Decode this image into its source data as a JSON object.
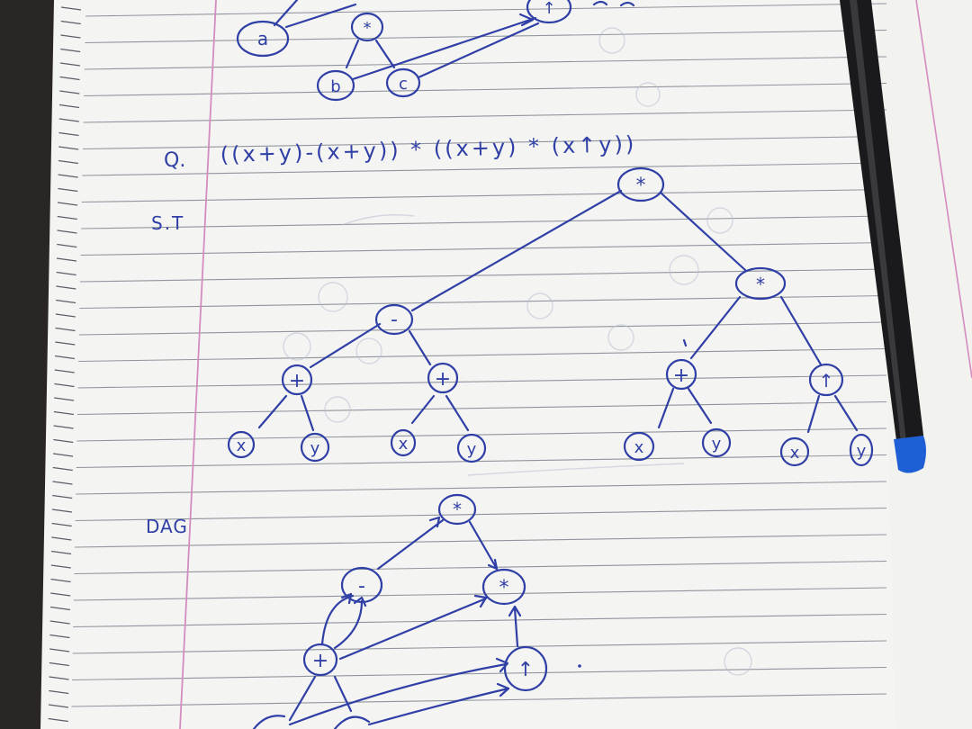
{
  "question": {
    "label": "Q.",
    "expression": "((x+y)-(x+y)) * ((x+y) * (x↑y))"
  },
  "syntax_tree": {
    "label": "S.T",
    "nodes": {
      "root": "*",
      "left": "-",
      "right": "*",
      "ll": "+",
      "lr": "+",
      "rl": "+",
      "rr": "↑",
      "leaves": [
        "x",
        "y",
        "x",
        "y",
        "x",
        "y",
        "x",
        "y"
      ]
    }
  },
  "dag": {
    "label": "DAG",
    "nodes": {
      "root": "*",
      "minus": "-",
      "times": "*",
      "plus": "+",
      "up": "↑"
    }
  },
  "top_fragment": {
    "nodes": [
      "a",
      "*",
      "b",
      "c",
      "↑"
    ]
  },
  "colors": {
    "ink": "#2f3fa6",
    "paper": "#f4f4f2",
    "rule": "#6f7580",
    "margin": "#d48cc0",
    "pen_body": "#1a1a1c",
    "pen_cap": "#1f5fd6"
  }
}
